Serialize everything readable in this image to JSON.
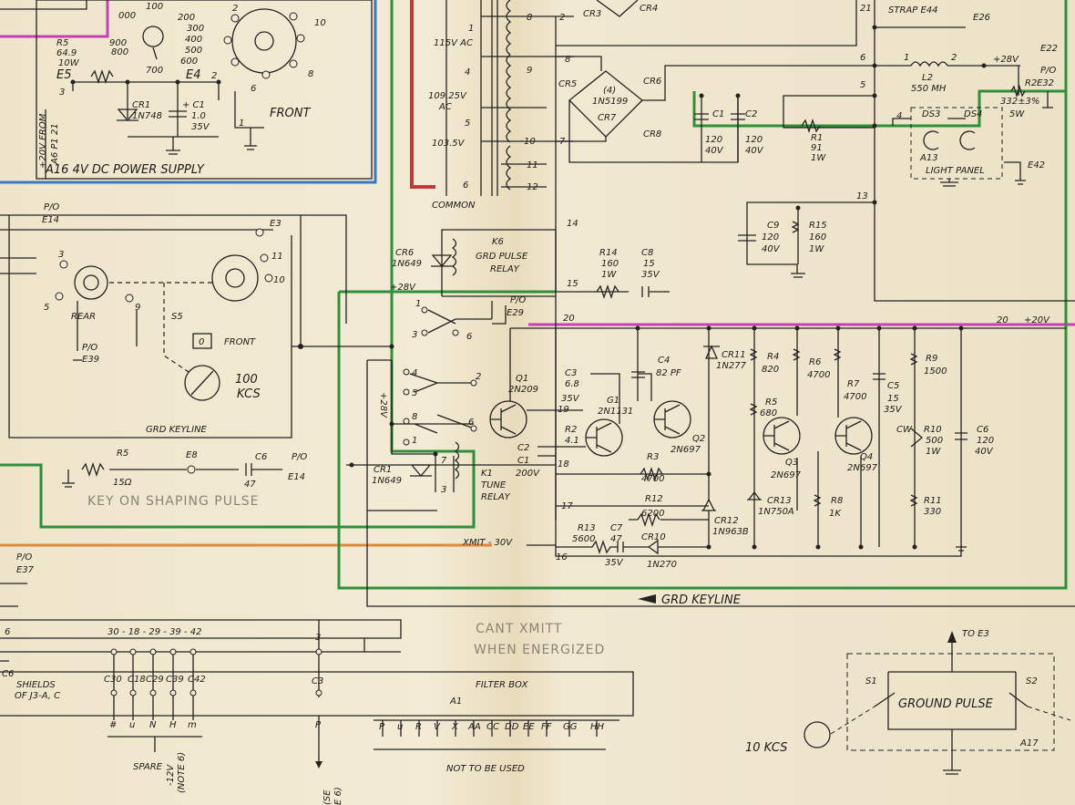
{
  "colors": {
    "paper": "#efe6cf",
    "ink": "#222222",
    "green": "#2f8f3a",
    "magenta": "#c63fb6",
    "blue": "#3a78c4",
    "orange": "#e0893a",
    "red": "#c23a3a",
    "pencil": "#8a8477"
  },
  "power_supply": {
    "title": "A16  4V DC POWER SUPPLY",
    "r5": [
      "R5",
      "64.9",
      "10W"
    ],
    "e5": "E5",
    "e4": "E4",
    "cr1": [
      "CR1",
      "1N748"
    ],
    "c1": [
      "+ C1",
      "1.0",
      "35V"
    ],
    "feed": [
      "+20V FROM",
      "A6 P1 21"
    ],
    "dial": [
      "100",
      "200",
      "300",
      "400",
      "500",
      "600",
      "700",
      "800",
      "900",
      "000"
    ],
    "front": "FRONT",
    "num": [
      "2",
      "10",
      "8",
      "6",
      "3",
      "2",
      "1"
    ]
  },
  "transformer": {
    "taps": [
      "115V AC",
      "109.25V",
      "AC",
      "103.5V",
      "COMMON"
    ],
    "pins": [
      "1",
      "8",
      "2",
      "4",
      "9",
      "8",
      "5",
      "10",
      "7",
      "11",
      "12",
      "6"
    ]
  },
  "rectifier": {
    "cr3": "CR3",
    "cr4": "CR4",
    "cr5": "CR5",
    "cr6": "CR6",
    "cr7": "CR7",
    "cr8": "CR8",
    "part": [
      "(4)",
      "1N5199"
    ]
  },
  "filter": {
    "c1": [
      "C1",
      "120",
      "40V"
    ],
    "c2": [
      "C2",
      "120",
      "40V"
    ],
    "r1": [
      "R1",
      "91",
      "1W"
    ],
    "l2": [
      "L2",
      "550 MH"
    ],
    "r2": [
      "R2",
      "332±3%",
      "5W"
    ],
    "e32": "E32",
    "e22": "E22",
    "p10": "P/O",
    "plus28": "+28V",
    "strap": "STRAP E44",
    "e26": "E26",
    "e42": "E42",
    "pins": [
      "21",
      "6",
      "5",
      "4",
      "13",
      "1",
      "2"
    ]
  },
  "light_panel": {
    "ds3": "DS3",
    "ds4": "DS4",
    "a13": "A13",
    "name": "LIGHT PANEL"
  },
  "k6": {
    "name": [
      "K6",
      "GRD PULSE",
      "RELAY"
    ],
    "cr6": [
      "CR6",
      "1N649"
    ],
    "r14": [
      "R14",
      "160",
      "1W"
    ],
    "c8": [
      "C8",
      "15",
      "35V"
    ],
    "c9": [
      "C9",
      "120",
      "40V"
    ],
    "r15": [
      "R15",
      "160",
      "1W"
    ],
    "pins": [
      "14",
      "15"
    ],
    "plus28": "+28V"
  },
  "selector": {
    "rear": "REAR",
    "s5": "S5",
    "front": "FRONT",
    "kcs": [
      "100",
      "KCS"
    ],
    "e3": "E3",
    "p10": "P/O",
    "e14": "E14",
    "e39": "E39",
    "nums": [
      "3",
      "5",
      "11",
      "10",
      "9",
      "0"
    ],
    "keyline": "GRD KEYLINE"
  },
  "k1": {
    "name": [
      "K1",
      "TUNE",
      "RELAY"
    ],
    "cr1": [
      "CR1",
      "1N649"
    ],
    "c1": [
      "C1",
      "200V"
    ],
    "c2": "C2",
    "plus": "+28V",
    "p10": "P/O",
    "e29": "E29",
    "pins": [
      "1",
      "3",
      "6",
      "4",
      "5",
      "2",
      "8",
      "1",
      "6",
      "7",
      "3",
      "20",
      "19",
      "18",
      "17",
      "16"
    ]
  },
  "keyer": {
    "q1": [
      "Q1",
      "2N209"
    ],
    "c3": [
      "C3",
      "6.8",
      "35V"
    ],
    "g1": [
      "G1",
      "2N1131"
    ],
    "r2": [
      "R2",
      "4.1"
    ],
    "c4": [
      "C4",
      "82 PF"
    ],
    "q2": [
      "Q2",
      "2N697"
    ],
    "r3": [
      "R3",
      "4700"
    ],
    "cr11": [
      "CR11",
      "1N277"
    ],
    "r4": [
      "R4",
      "820"
    ],
    "r5": [
      "R5",
      "680"
    ],
    "q3": [
      "Q3",
      "2N697"
    ],
    "r6": [
      "R6",
      "4700"
    ],
    "r7": [
      "R7",
      "4700"
    ],
    "q4": [
      "Q4",
      "2N697"
    ],
    "c5": [
      "C5",
      "15",
      "35V"
    ],
    "r9": [
      "R9",
      "1500"
    ],
    "r10": [
      "R10",
      "500",
      "1W"
    ],
    "c6": [
      "C6",
      "120",
      "40V"
    ],
    "r11": [
      "R11",
      "330"
    ],
    "cr13": [
      "CR13",
      "1N750A"
    ],
    "r8": [
      "R8",
      "1K"
    ],
    "cw": "CW",
    "r13": [
      "R13",
      "5600"
    ],
    "c7": [
      "C7",
      "47",
      "35V"
    ],
    "r12": [
      "R12",
      "6200"
    ],
    "cr10": [
      "CR10",
      "1N270"
    ],
    "cr12": [
      "CR12",
      "1N963B"
    ],
    "xmit": "XMIT - 30V",
    "plus20": "+20V",
    "pin20": "20"
  },
  "shaper": {
    "r5": [
      "R5",
      "15Ω"
    ],
    "e8": "E8",
    "c6": [
      "C6",
      "47"
    ],
    "p10": "P/O",
    "e14": "E14"
  },
  "bottom": {
    "grd_keyline": "GRD KEYLINE",
    "p10": "P/O",
    "e37": "E37",
    "bus": [
      "6",
      "30 - 18 - 29 - 39 - 42",
      "3"
    ],
    "c6": "C6",
    "shields": [
      "SHIELDS",
      "OF J3-A, C"
    ],
    "caps": [
      "C30",
      "C18",
      "C29",
      "C39",
      "C42"
    ],
    "c3": "C3",
    "filter_box": "FILTER BOX",
    "a1": "A1",
    "pins_left": [
      "#",
      "u",
      "N",
      "H",
      "m"
    ],
    "pin_p": "P",
    "pins_right": [
      "P",
      "u",
      "R",
      "V",
      "X",
      "AA",
      "CC",
      "DD",
      "EE",
      "FF",
      "GG",
      "HH"
    ],
    "spare": "SPARE",
    "neg12": [
      "-12V",
      "(NOTE 6)"
    ],
    "not_used": "NOT TO BE USED",
    "note_se": [
      "(SE",
      "E 6)"
    ]
  },
  "ground_pulse": {
    "to_e3": "TO E3",
    "s1": "S1",
    "s2": "S2",
    "name": "GROUND PULSE",
    "a17": "A17",
    "kcs10": "10 KCS"
  },
  "handwritten": {
    "note1": "KEY ON SHAPING PULSE",
    "note2": [
      "CANT XMITT",
      "WHEN ENERGIZED"
    ]
  }
}
